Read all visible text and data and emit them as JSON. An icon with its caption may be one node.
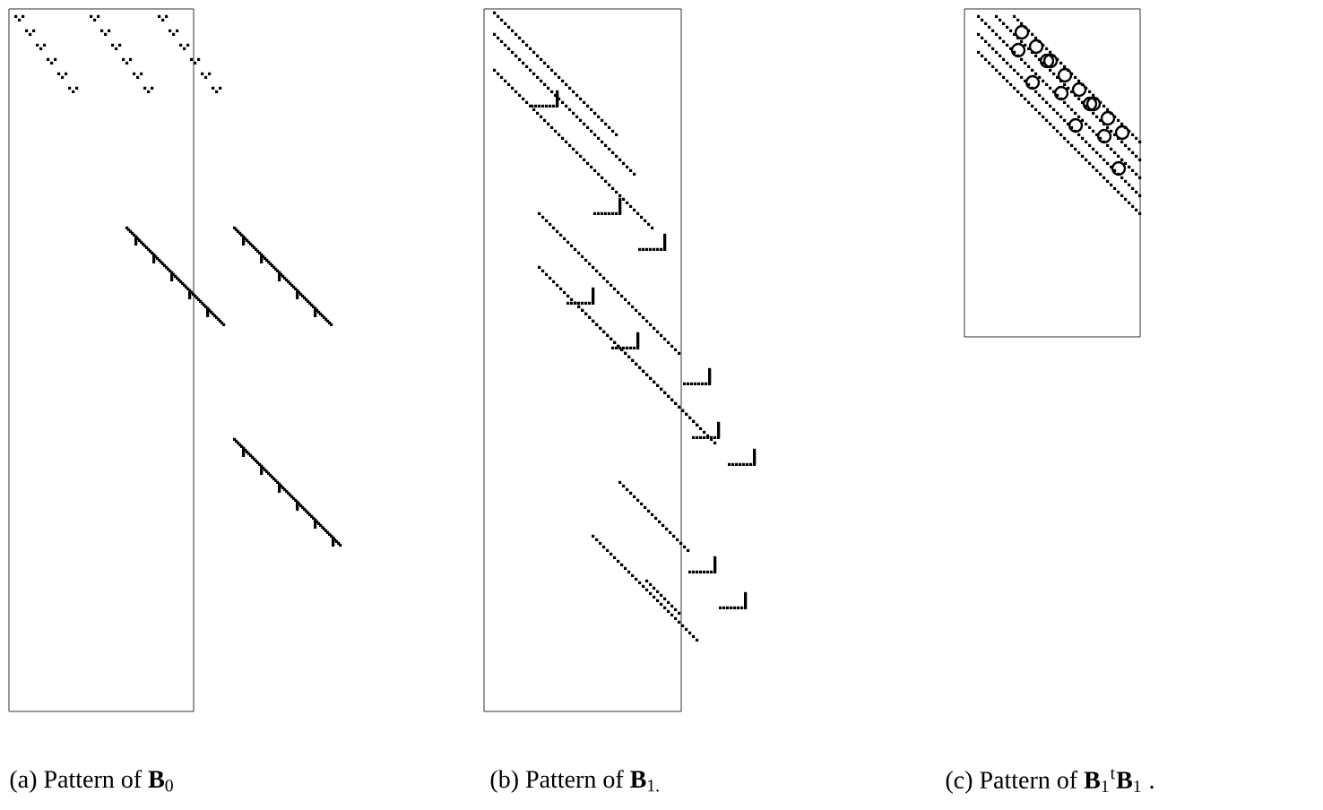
{
  "diagram": {
    "labels": [
      "(a) Pattern of **B**$_{0}$",
      "(b)  Pattern of **B**$_{1.}$",
      "(c) Pattern of  **B**$_{1}$$^{t}$**B**$_{1}$ ."
    ]
  }
}
